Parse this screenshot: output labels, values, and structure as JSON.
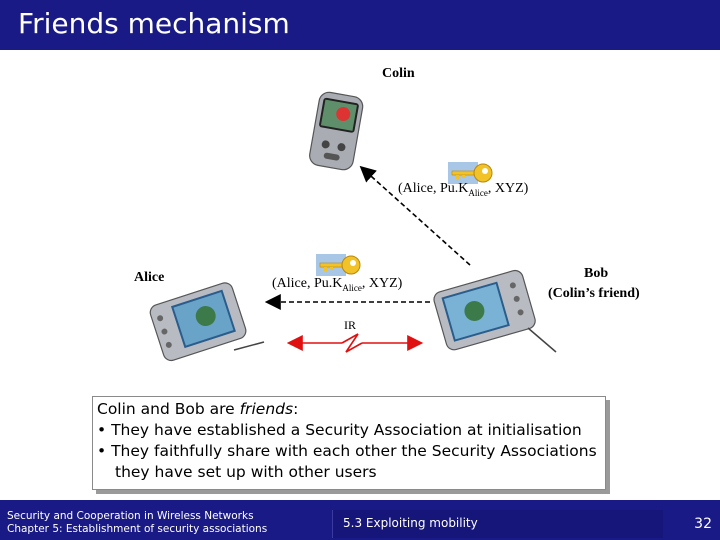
{
  "slide": {
    "title": "Friends mechanism"
  },
  "diagram": {
    "colin_label": "Colin",
    "alice_label": "Alice",
    "bob_label": "Bob",
    "bob_sublabel": "(Colin’s friend)",
    "msg_top": {
      "prefix": "(Alice, Pu.K",
      "sub": "Alice",
      "suffix": ", XYZ)"
    },
    "msg_left": {
      "prefix": "(Alice, Pu.K",
      "sub": "Alice",
      "suffix": ", XYZ)"
    },
    "ir_label": "IR"
  },
  "note": {
    "line1_prefix": "Colin and Bob are ",
    "line1_italic": "friends",
    "line1_suffix": ":",
    "line2": "• They have established a Security Association at initialisation",
    "line3": "• They faithfully share with each other the Security Associations",
    "line4": "they have set up with other users"
  },
  "footer": {
    "left_line1": "Security and Cooperation in Wireless Networks",
    "left_line2": "Chapter 5: Establishment of security associations",
    "section": "5.3 Exploiting mobility",
    "page": "32"
  },
  "colors": {
    "title_bar": "#1a1a86",
    "ir_arrow": "#e01010",
    "key": "#f2c229"
  }
}
